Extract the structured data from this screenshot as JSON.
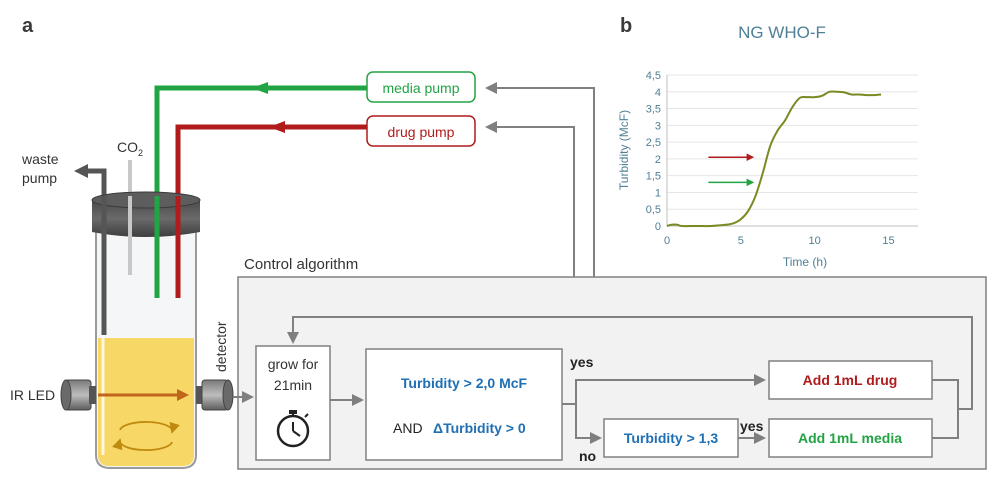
{
  "panel_a": {
    "label": "a",
    "media_pump": "media pump",
    "drug_pump": "drug pump",
    "co2": "CO",
    "co2_sub": "2",
    "waste_line1": "waste",
    "waste_line2": "pump",
    "ir_led": "IR LED",
    "detector": "detector",
    "control_title": "Control algorithm",
    "grow_line1": "grow for",
    "grow_line2": "21min",
    "cond_line1": "Turbidity > 2,0 McF",
    "cond_and": "AND",
    "cond_line2": "ΔTurbidity > 0",
    "yes_top": "yes",
    "no": "no",
    "cond2": "Turbidity > 1,3",
    "yes_bottom": "yes",
    "add_drug": "Add 1mL drug",
    "add_media": "Add 1mL media",
    "colors": {
      "media": "#22a344",
      "drug": "#b01c1c",
      "condition": "#1f6fb5",
      "arrow": "#808080"
    }
  },
  "panel_b": {
    "label": "b",
    "chart_data": {
      "type": "line",
      "title": "NG WHO-F",
      "xlabel": "Time (h)",
      "ylabel": "Turbidity (McF)",
      "xlim": [
        0,
        17
      ],
      "ylim": [
        0,
        4.5
      ],
      "x_ticks": [
        "0",
        "5",
        "10",
        "15"
      ],
      "y_ticks": [
        "0",
        "0,5",
        "1",
        "1,5",
        "2",
        "2,5",
        "3",
        "3,5",
        "4",
        "4,5"
      ],
      "series": [
        {
          "color": "#7a8a22",
          "x": [
            0,
            0.3,
            0.7,
            1.0,
            2,
            3,
            4,
            4.5,
            5,
            5.5,
            6,
            6.5,
            7,
            7.5,
            8,
            8.5,
            9,
            9.5,
            10,
            10.5,
            11,
            11.5,
            12,
            12.5,
            13,
            13.5,
            14,
            14.5
          ],
          "y": [
            0,
            0.04,
            0.04,
            0,
            0,
            0,
            0.04,
            0.08,
            0.2,
            0.45,
            0.9,
            1.6,
            2.4,
            2.85,
            3.15,
            3.55,
            3.82,
            3.84,
            3.84,
            3.88,
            4.0,
            4.0,
            3.98,
            3.92,
            3.92,
            3.9,
            3.9,
            3.92
          ]
        }
      ],
      "annotations": [
        {
          "type": "arrow",
          "color": "#b01c1c",
          "x0": 2.8,
          "x1": 5.8,
          "y": 2.05
        },
        {
          "type": "arrow",
          "color": "#22a344",
          "x0": 2.8,
          "x1": 5.8,
          "y": 1.3
        }
      ]
    }
  }
}
